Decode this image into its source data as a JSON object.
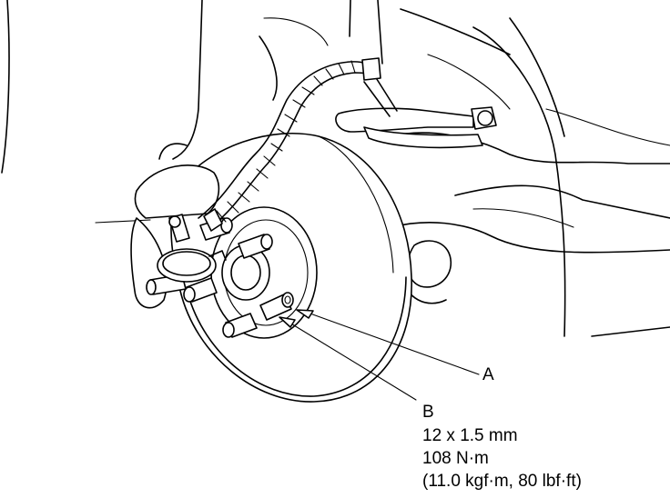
{
  "callouts": {
    "a": {
      "letter": "A"
    },
    "b": {
      "letter": "B",
      "size": "12 x 1.5 mm",
      "torque_nm": "108 N·m",
      "torque_alt": "(11.0 kgf·m, 80 lbf·ft)"
    }
  }
}
